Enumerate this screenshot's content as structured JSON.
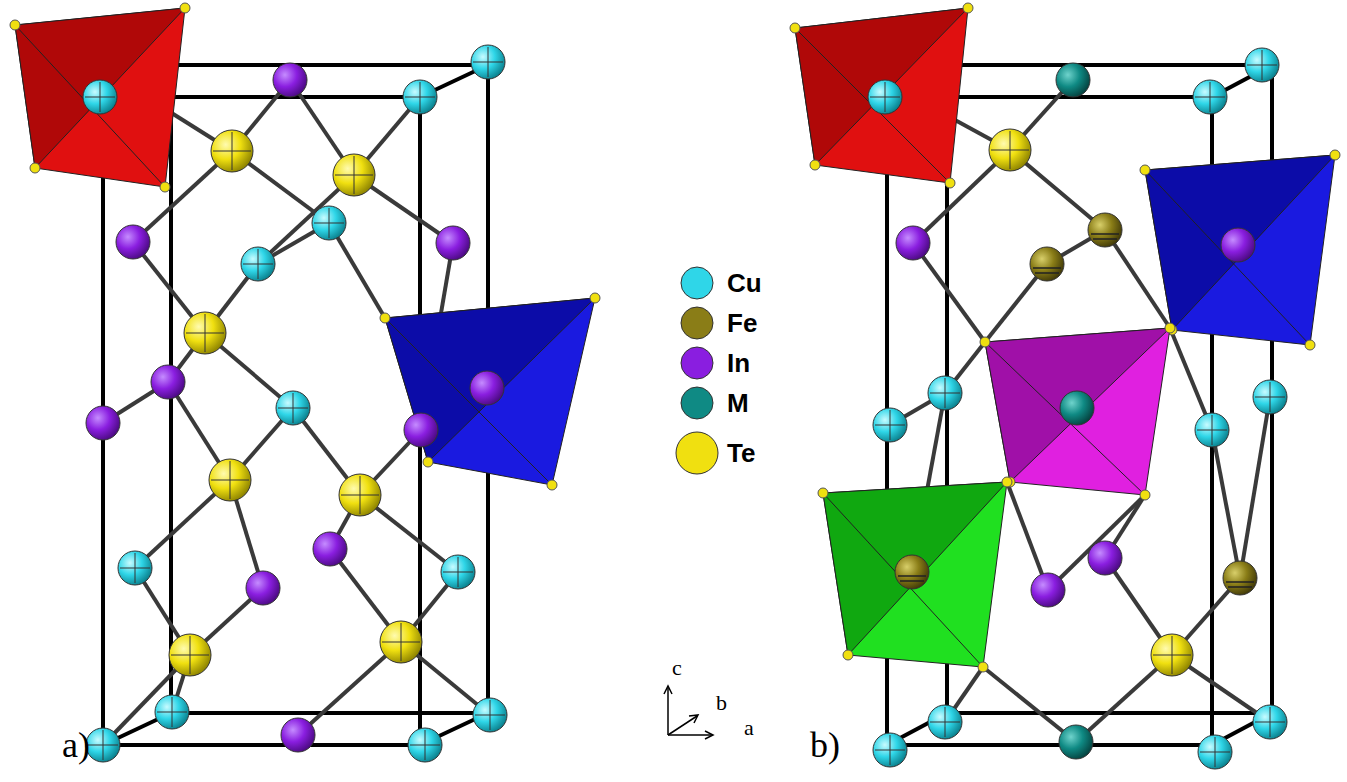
{
  "diagram": {
    "labels": [
      "a)",
      "b)",
      "c",
      "b",
      "a"
    ],
    "legend": [
      {
        "text": "Cu",
        "color": "#2fd6e8"
      },
      {
        "text": "Fe",
        "color": "#8a7d17"
      },
      {
        "text": "In",
        "color": "#8a1ee0"
      },
      {
        "text": "M",
        "color": "#0f8a84"
      },
      {
        "text": "Te",
        "color": "#f0e010"
      }
    ]
  }
}
